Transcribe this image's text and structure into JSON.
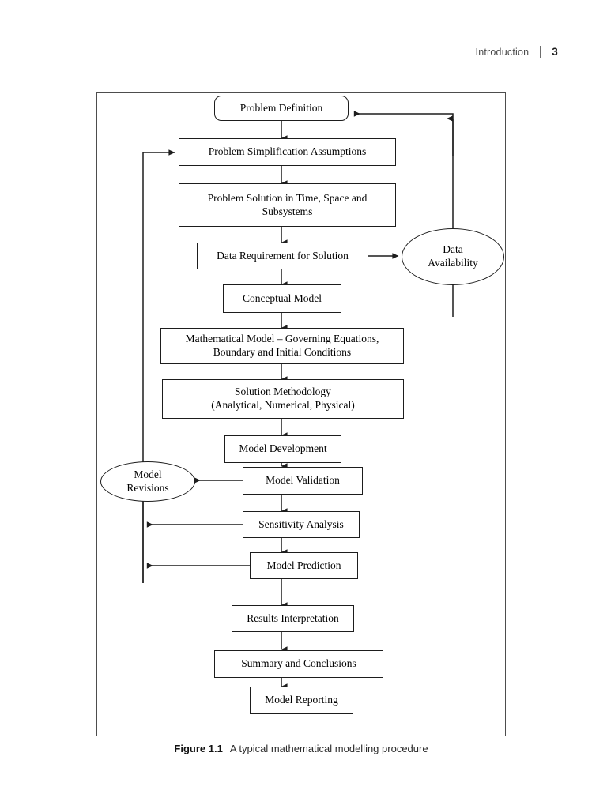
{
  "header": {
    "title": "Introduction",
    "divider": "|",
    "page_number": "3"
  },
  "caption": {
    "number": "Figure 1.1",
    "text": "A typical mathematical modelling procedure"
  },
  "chart_data": {
    "type": "diagram",
    "title": "A typical mathematical modelling procedure",
    "nodes": [
      {
        "id": "problem-definition",
        "label": "Problem Definition",
        "shape": "rounded-rect"
      },
      {
        "id": "problem-simplification-assumptions",
        "label": "Problem Simplification Assumptions",
        "shape": "rect"
      },
      {
        "id": "problem-solution-time-space-subsystems",
        "label": "Problem Solution in Time, Space and Subsystems",
        "shape": "rect"
      },
      {
        "id": "data-requirement-for-solution",
        "label": "Data Requirement for Solution",
        "shape": "rect"
      },
      {
        "id": "data-availability",
        "label": "Data Availability",
        "shape": "ellipse"
      },
      {
        "id": "conceptual-model",
        "label": "Conceptual Model",
        "shape": "rect"
      },
      {
        "id": "mathematical-model",
        "label": "Mathematical Model – Governing Equations, Boundary and Initial Conditions",
        "shape": "rect"
      },
      {
        "id": "solution-methodology",
        "label": "Solution Methodology (Analytical, Numerical, Physical)",
        "shape": "rect"
      },
      {
        "id": "model-development",
        "label": "Model Development",
        "shape": "rect"
      },
      {
        "id": "model-validation",
        "label": "Model Validation",
        "shape": "rect"
      },
      {
        "id": "model-revisions",
        "label": "Model Revisions",
        "shape": "ellipse"
      },
      {
        "id": "sensitivity-analysis",
        "label": "Sensitivity Analysis",
        "shape": "rect"
      },
      {
        "id": "model-prediction",
        "label": "Model Prediction",
        "shape": "rect"
      },
      {
        "id": "results-interpretation",
        "label": "Results Interpretation",
        "shape": "rect"
      },
      {
        "id": "summary-and-conclusions",
        "label": "Summary and Conclusions",
        "shape": "rect"
      },
      {
        "id": "model-reporting",
        "label": "Model Reporting",
        "shape": "rect"
      }
    ],
    "edges": [
      {
        "from": "problem-definition",
        "to": "problem-simplification-assumptions"
      },
      {
        "from": "problem-simplification-assumptions",
        "to": "problem-solution-time-space-subsystems"
      },
      {
        "from": "problem-solution-time-space-subsystems",
        "to": "data-requirement-for-solution"
      },
      {
        "from": "data-requirement-for-solution",
        "to": "data-availability"
      },
      {
        "from": "data-availability",
        "to": "problem-definition"
      },
      {
        "from": "data-requirement-for-solution",
        "to": "conceptual-model"
      },
      {
        "from": "conceptual-model",
        "to": "mathematical-model"
      },
      {
        "from": "mathematical-model",
        "to": "solution-methodology"
      },
      {
        "from": "solution-methodology",
        "to": "model-development"
      },
      {
        "from": "model-development",
        "to": "model-validation"
      },
      {
        "from": "model-validation",
        "to": "model-revisions"
      },
      {
        "from": "model-validation",
        "to": "sensitivity-analysis"
      },
      {
        "from": "sensitivity-analysis",
        "to": "model-revisions"
      },
      {
        "from": "sensitivity-analysis",
        "to": "model-prediction"
      },
      {
        "from": "model-prediction",
        "to": "model-revisions"
      },
      {
        "from": "model-revisions",
        "to": "problem-simplification-assumptions"
      },
      {
        "from": "model-prediction",
        "to": "results-interpretation"
      },
      {
        "from": "results-interpretation",
        "to": "summary-and-conclusions"
      },
      {
        "from": "summary-and-conclusions",
        "to": "model-reporting"
      }
    ],
    "node_labels": {
      "problem_definition": "Problem Definition",
      "problem_simplification_assumptions": "Problem Simplification Assumptions",
      "problem_solution_line1": "Problem Solution in Time, Space and",
      "problem_solution_line2": "Subsystems",
      "data_requirement": "Data Requirement for Solution",
      "data_availability_line1": "Data",
      "data_availability_line2": "Availability",
      "conceptual_model": "Conceptual Model",
      "mathematical_model_line1": "Mathematical Model – Governing Equations,",
      "mathematical_model_line2": "Boundary and Initial Conditions",
      "solution_methodology_line1": "Solution Methodology",
      "solution_methodology_line2": "(Analytical, Numerical, Physical)",
      "model_development": "Model Development",
      "model_validation": "Model Validation",
      "model_revisions_line1": "Model",
      "model_revisions_line2": "Revisions",
      "sensitivity_analysis": "Sensitivity Analysis",
      "model_prediction": "Model Prediction",
      "results_interpretation": "Results Interpretation",
      "summary_and_conclusions": "Summary and Conclusions",
      "model_reporting": "Model Reporting"
    }
  },
  "colors": {
    "page_background": "#ffffff",
    "node_border": "#1d1d1d",
    "frame_border": "#4d4d4d",
    "connector": "#1d1d1d",
    "text": "#000000",
    "header_text": "#3a3a3a"
  }
}
